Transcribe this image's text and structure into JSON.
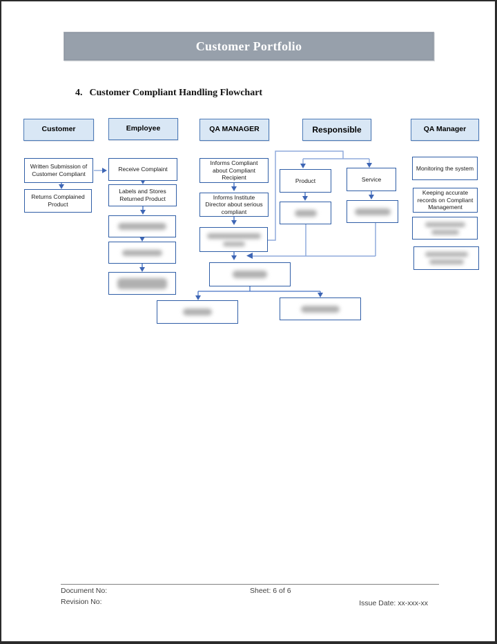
{
  "page": {
    "title": "Customer Portfolio",
    "section_number": "4.",
    "section_title": "Customer Compliant Handling Flowchart"
  },
  "flowchart": {
    "headers": {
      "customer": "Customer",
      "employee": "Employee",
      "qa_manager_upper": "QA MANAGER",
      "responsible": "Responsible",
      "qa_manager_right": "QA Manager"
    },
    "boxes": {
      "written_submission": "Written Submission of Customer Compliant",
      "returns_complained": "Returns Complained Product",
      "receive_complaint": "Receive Complaint",
      "labels_stores": "Labels and Stores Returned Product",
      "informs_compliant": "Informs Compliant about Compliant Recipient",
      "informs_director": "Informs Institute Director about serious compliant",
      "product": "Product",
      "service": "Service",
      "monitoring": "Monitoring the system",
      "keeping_records": "Keeping accurate records on Compliant Management"
    },
    "redacted_steps": [
      "employee-step-3",
      "employee-step-4",
      "employee-step-5",
      "qa-step-3",
      "qa-middle",
      "qa-bottom-left",
      "qa-bottom-right",
      "product-sub",
      "service-sub",
      "qa-right-step-3",
      "qa-right-step-4"
    ]
  },
  "footer": {
    "document_no_label": "Document No:",
    "revision_no_label": "Revision No:",
    "sheet_label": "Sheet: 6 of 6",
    "issue_date_label": "Issue Date: xx-xxx-xx"
  },
  "colors": {
    "title_bar_fill": "#97A0AB",
    "header_box_fill": "#D9E7F5",
    "box_border": "#2E5DA6",
    "connector": "#4472C4",
    "connector_light": "#8FAADC",
    "page_border": "#2b2b2b"
  }
}
